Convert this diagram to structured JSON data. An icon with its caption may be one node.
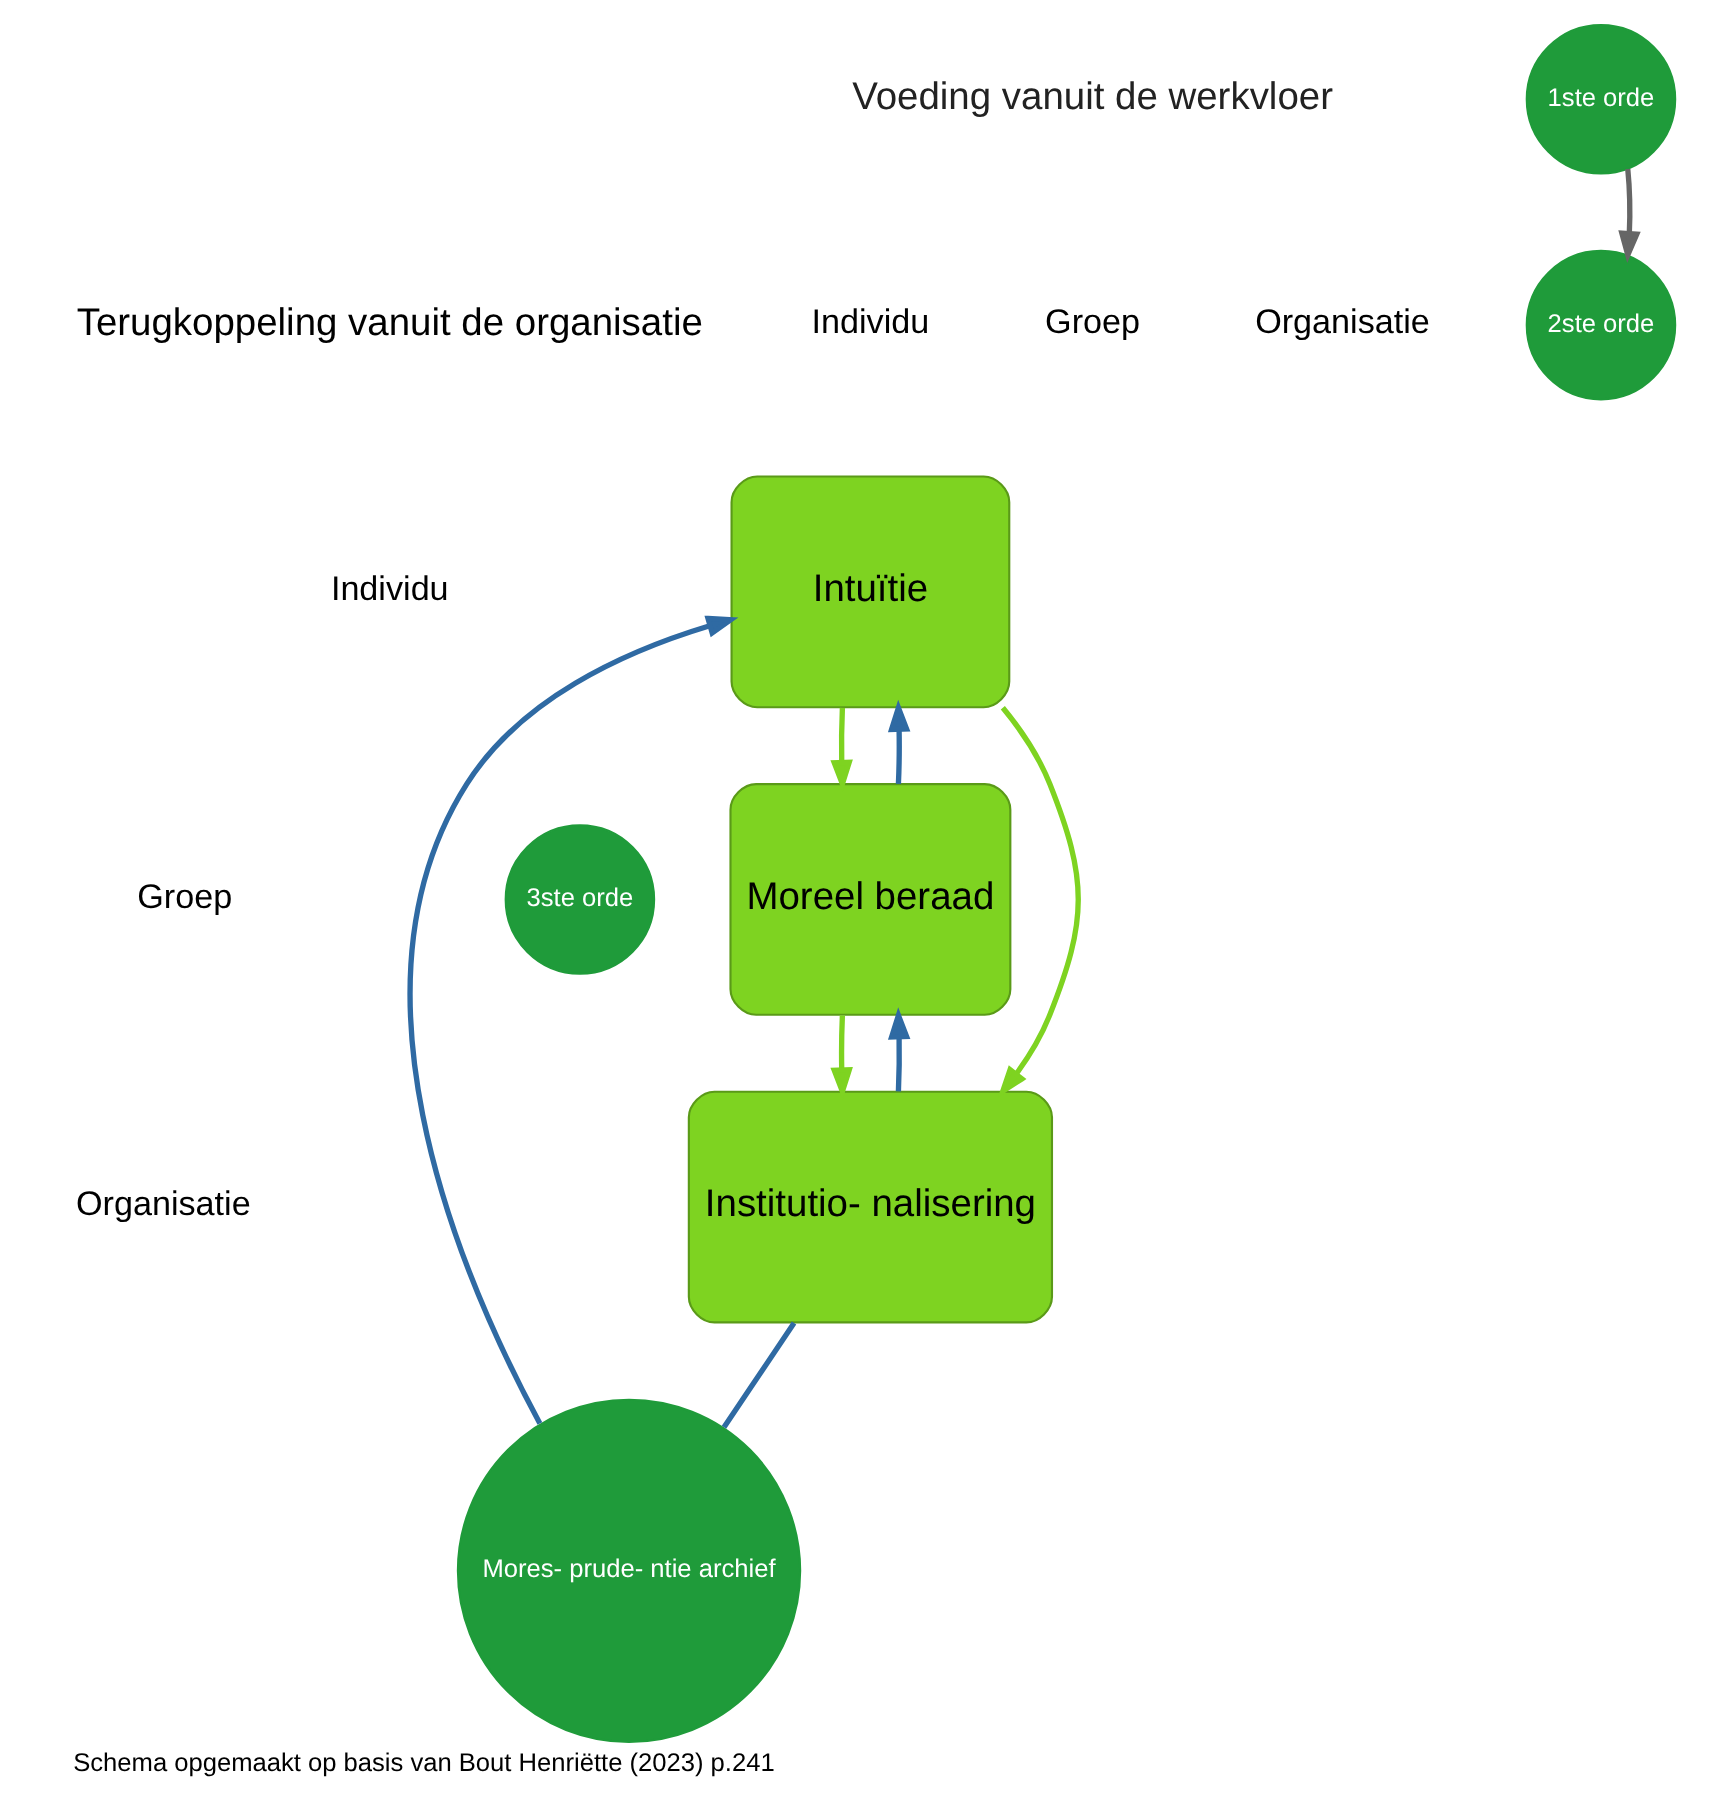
{
  "diagram": {
    "caption": "Schema opgemaakt op basis van Bout Henriëtte (2023) p.241",
    "nodes": [
      {
        "text": [
          "Intuïtie"
        ]
      },
      {
        "text": [
          "Moreel beraad"
        ]
      },
      {
        "text": [
          "1ste orde"
        ]
      },
      {
        "text": [
          "2ste orde"
        ]
      },
      {
        "text": [
          "Institutio- nalisering"
        ]
      },
      {
        "text": [
          "3ste orde"
        ]
      },
      {
        "text": [
          "Mores- prude- ntie archief"
        ]
      }
    ],
    "edges": [
      {
        "from": 0,
        "to": 1,
        "arrow": "to",
        "color": "#7ed321"
      },
      {
        "from": 0,
        "to": 4,
        "arrow": "to",
        "color": "#7ed321"
      },
      {
        "from": 1,
        "to": 4,
        "arrow": "to",
        "color": "#7ed321"
      },
      {
        "from": 2,
        "to": 3,
        "arrow": "to",
        "color": "#666666"
      },
      {
        "from": 1,
        "to": 0,
        "arrow": "to",
        "color": "#2f6aa3"
      },
      {
        "from": 4,
        "to": 6,
        "arrow": "none",
        "color": "#2f6aa3"
      },
      {
        "from": 6,
        "to": 0,
        "arrow": "to",
        "color": "#2f6aa3"
      },
      {
        "from": 4,
        "to": 1,
        "arrow": "to",
        "color": "#2f6aa3"
      }
    ],
    "labels": [
      "Voeding vanuit de werkvloer",
      "Terugkoppeling vanuit de organisatie",
      "Individu",
      "Groep",
      "Organisatie",
      "Individu",
      "Groep",
      "Organisatie"
    ]
  }
}
